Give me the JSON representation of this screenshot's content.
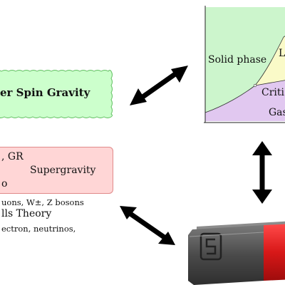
{
  "higher_spin_box": {
    "title": "er Spin Gravity",
    "fill": "#ccffcc",
    "border": "#5fbf5f"
  },
  "gravity_box": {
    "line1": ", GR",
    "line2": "Supergravity",
    "line3": "o",
    "fill": "#ffd6d6",
    "border": "#e08a8a"
  },
  "particle_text": {
    "bosons": "uons, W±, Z bosons",
    "theory": "lls Theory",
    "fermions": "ectron, neutrinos,"
  },
  "phase_diagram": {
    "solid": "Solid phase",
    "liquid": "L",
    "critical": "Criti",
    "gas": "Gas",
    "colors": {
      "solid": "#ccf5cc",
      "liquid": "#fafac8",
      "gas": "#e1c8f0"
    }
  },
  "magnet": {
    "body_color": "#555555",
    "pole_color": "#e01818"
  },
  "arrows": [
    "hsg-to-phase",
    "phase-to-magnet",
    "magnet-to-gravity"
  ]
}
